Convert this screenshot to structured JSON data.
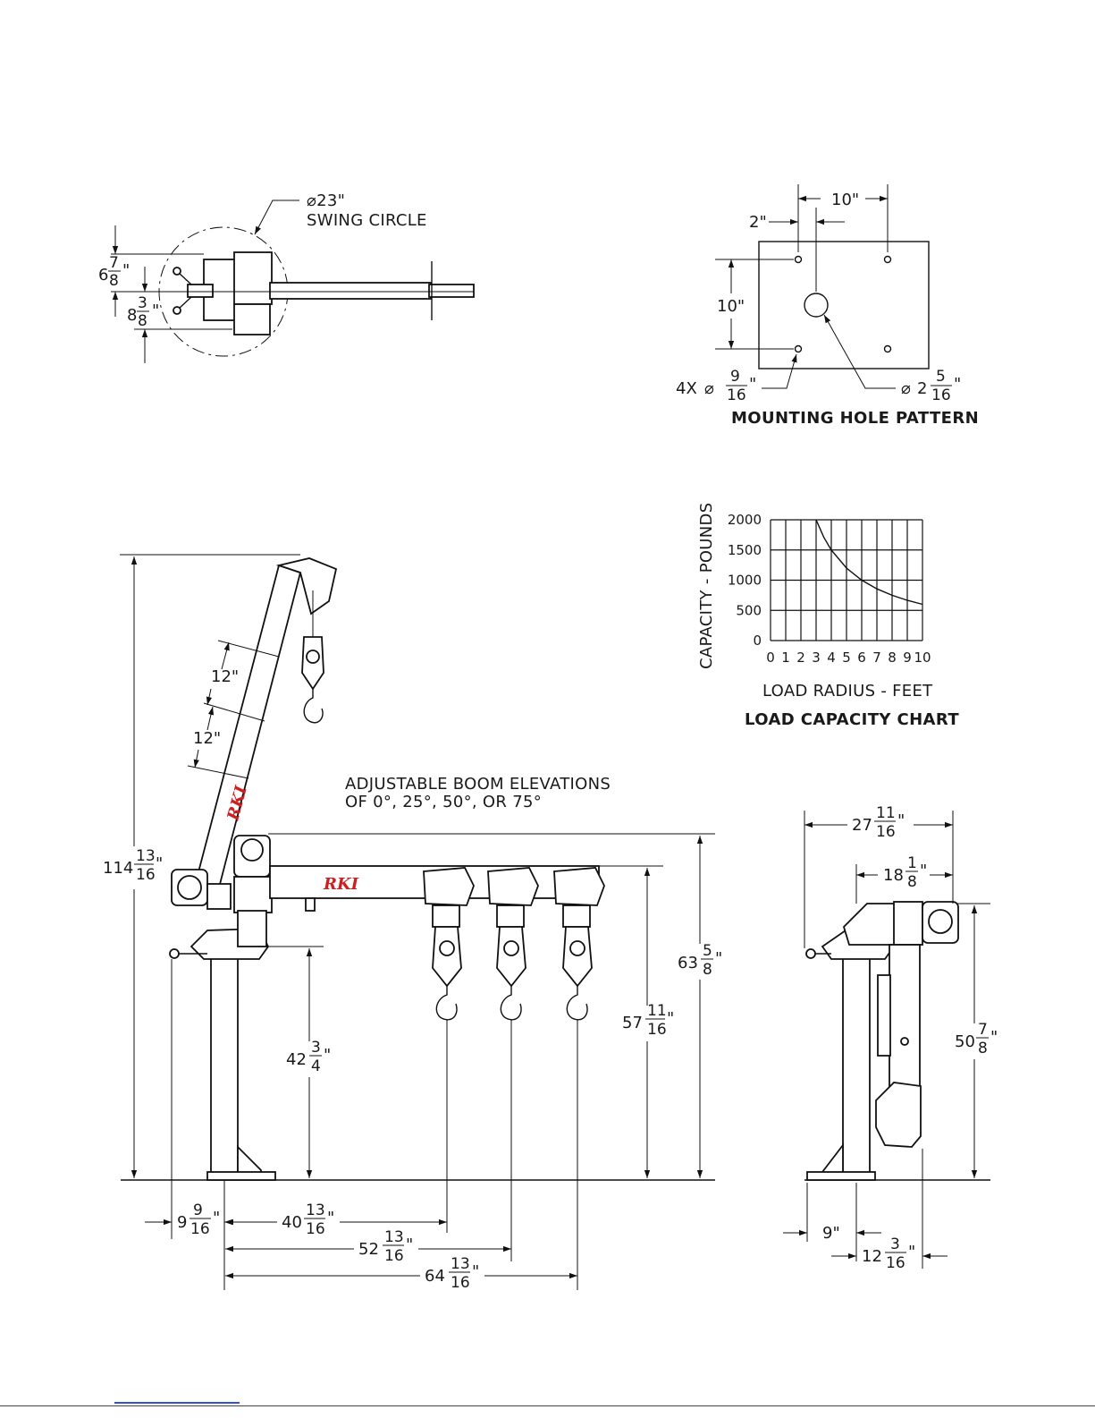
{
  "swing_circle": {
    "dia": "23\"",
    "label": "SWING CIRCLE",
    "dim_a_whole": "6",
    "dim_a_num": "7",
    "dim_a_den": "8",
    "dim_b_whole": "8",
    "dim_b_num": "3",
    "dim_b_den": "8"
  },
  "mounting": {
    "title": "MOUNTING HOLE PATTERN",
    "top_dim": "10\"",
    "offset_dim": "2\"",
    "side_dim": "10\"",
    "holes_prefix": "4X",
    "holes_num": "9",
    "holes_den": "16",
    "center_whole": "2",
    "center_num": "5",
    "center_den": "16"
  },
  "chart_data": {
    "type": "line",
    "title": "LOAD CAPACITY CHART",
    "xlabel": "LOAD RADIUS - FEET",
    "ylabel": "CAPACITY - POUNDS",
    "x_ticks": [
      "0",
      "1",
      "2",
      "3",
      "4",
      "5",
      "6",
      "7",
      "8",
      "9",
      "10"
    ],
    "y_ticks": [
      "0",
      "500",
      "1000",
      "1500",
      "2000"
    ],
    "xlim": [
      0,
      10
    ],
    "ylim": [
      0,
      2000
    ],
    "grid": true,
    "series": [
      {
        "x": [
          3,
          3.5,
          4,
          5,
          6,
          7,
          8,
          9,
          10
        ],
        "y": [
          2000,
          1714,
          1500,
          1200,
          1000,
          857,
          750,
          667,
          600
        ]
      }
    ]
  },
  "side_view": {
    "note_line1": "ADJUSTABLE BOOM ELEVATIONS",
    "note_line2": "OF 0°, 25°, 50°, OR 75°",
    "seg1": "12\"",
    "seg2": "12\"",
    "overall_whole": "114",
    "overall_num": "13",
    "overall_den": "16",
    "boom_whole": "63",
    "boom_num": "5",
    "boom_den": "8",
    "hook_whole": "57",
    "hook_num": "11",
    "hook_den": "16",
    "pivot_whole": "42",
    "pivot_num": "3",
    "pivot_den": "4",
    "rear_whole": "9",
    "rear_num": "9",
    "rear_den": "16",
    "r1_whole": "40",
    "r1_num": "13",
    "r1_den": "16",
    "r2_whole": "52",
    "r2_num": "13",
    "r2_den": "16",
    "r3_whole": "64",
    "r3_num": "13",
    "r3_den": "16",
    "logo": "RKI"
  },
  "end_view": {
    "w1_whole": "27",
    "w1_num": "11",
    "w1_den": "16",
    "w2_whole": "18",
    "w2_num": "1",
    "w2_den": "8",
    "h_whole": "50",
    "h_num": "7",
    "h_den": "8",
    "base_dim": "9\"",
    "off_whole": "12",
    "off_num": "3",
    "off_den": "16"
  }
}
